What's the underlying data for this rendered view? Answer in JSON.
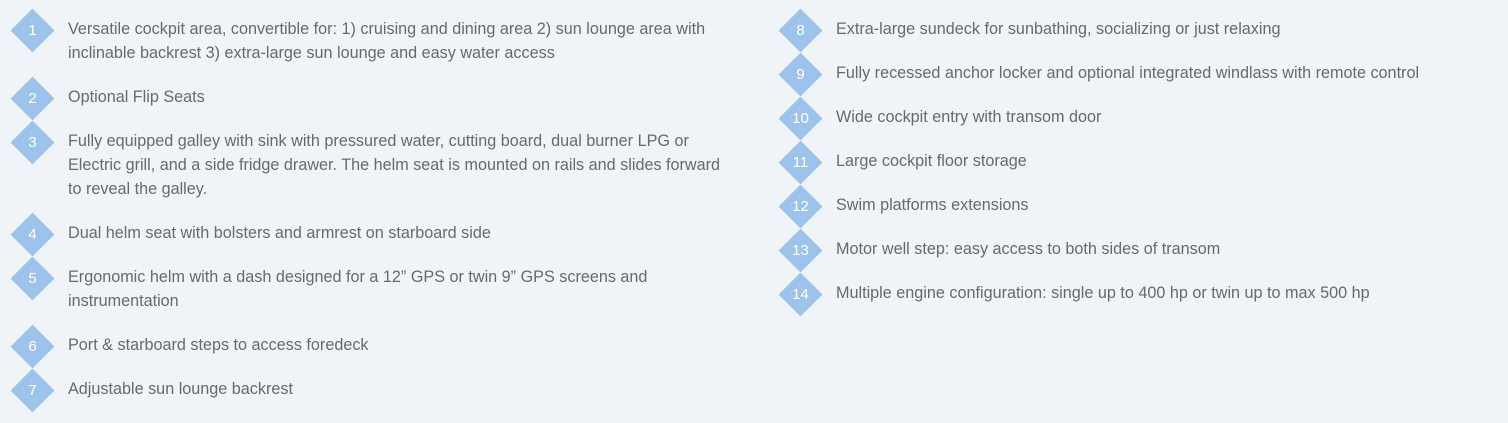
{
  "features": {
    "left": [
      {
        "num": "1",
        "text": "Versatile cockpit area, convertible for: 1) cruising and dining area 2) sun lounge area with inclinable backrest 3) extra-large sun lounge and easy water access"
      },
      {
        "num": "2",
        "text": "Optional Flip Seats"
      },
      {
        "num": "3",
        "text": "Fully equipped galley with sink with pressured water, cutting board, dual burner LPG or Electric grill, and a side fridge drawer. The helm seat is mounted on rails and slides forward to reveal the galley."
      },
      {
        "num": "4",
        "text": "Dual helm seat with bolsters and armrest on starboard side"
      },
      {
        "num": "5",
        "text": "Ergonomic helm with a dash designed for a 12” GPS or twin 9” GPS screens and instrumentation"
      },
      {
        "num": "6",
        "text": "Port & starboard steps to access foredeck"
      },
      {
        "num": "7",
        "text": "Adjustable sun lounge backrest"
      }
    ],
    "right": [
      {
        "num": "8",
        "text": "Extra-large sundeck for sunbathing, socializing or just relaxing"
      },
      {
        "num": "9",
        "text": "Fully recessed anchor locker and optional integrated windlass with remote control"
      },
      {
        "num": "10",
        "text": "Wide cockpit entry with transom door"
      },
      {
        "num": "11",
        "text": "Large cockpit floor storage"
      },
      {
        "num": "12",
        "text": "Swim platforms extensions"
      },
      {
        "num": "13",
        "text": "Motor well step: easy access to both sides of transom"
      },
      {
        "num": "14",
        "text": "Multiple engine configuration: single up to 400 hp or twin up to max 500 hp"
      }
    ]
  },
  "colors": {
    "background": "#f0f3f7",
    "badge": "#9ec3ea",
    "text": "#666a6f"
  },
  "icons": {
    "badge_shape": "diamond-icon"
  }
}
